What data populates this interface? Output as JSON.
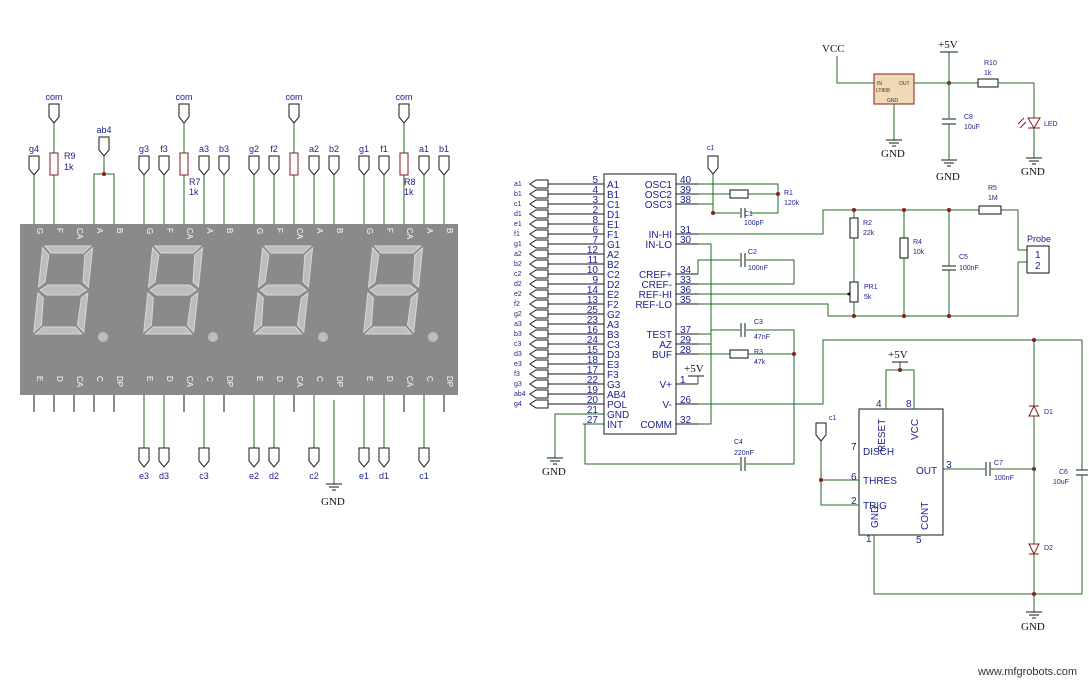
{
  "watermark": "www.mfgrobots.com",
  "rails": {
    "vcc": "VCC",
    "plus5v": "+5V",
    "gnd": "GND"
  },
  "display": {
    "top_pins": [
      "G",
      "F",
      "CA",
      "A",
      "B",
      "G",
      "F",
      "CA",
      "A",
      "B",
      "G",
      "F",
      "CA",
      "A",
      "B",
      "G",
      "F",
      "CA",
      "A",
      "B"
    ],
    "bottom_pins": [
      "E",
      "D",
      "CA",
      "C",
      "DP",
      "E",
      "D",
      "CA",
      "C",
      "DP",
      "E",
      "D",
      "CA",
      "C",
      "DP",
      "E",
      "D",
      "CA",
      "C",
      "DP"
    ],
    "top_net_labels": [
      "g4",
      "com",
      "ab4",
      "g3",
      "f3",
      "com",
      "a3",
      "b3",
      "g2",
      "f2",
      "com",
      "a2",
      "b2",
      "g1",
      "f1",
      "com",
      "a1",
      "b1"
    ],
    "bottom_net_labels": [
      "e3",
      "d3",
      "c3",
      "e2",
      "d2",
      "c2",
      "e1",
      "d1",
      "c1"
    ]
  },
  "resistors_left": [
    {
      "ref": "R9",
      "value": "1k"
    },
    {
      "ref": "R7",
      "value": "1k"
    },
    {
      "ref": "R8",
      "value": "1k"
    }
  ],
  "ic": {
    "left_pins": [
      {
        "num": "5",
        "name": "A1"
      },
      {
        "num": "4",
        "name": "B1"
      },
      {
        "num": "3",
        "name": "C1"
      },
      {
        "num": "2",
        "name": "D1"
      },
      {
        "num": "8",
        "name": "E1"
      },
      {
        "num": "6",
        "name": "F1"
      },
      {
        "num": "7",
        "name": "G1"
      },
      {
        "num": "12",
        "name": "A2"
      },
      {
        "num": "11",
        "name": "B2"
      },
      {
        "num": "10",
        "name": "C2"
      },
      {
        "num": "9",
        "name": "D2"
      },
      {
        "num": "14",
        "name": "E2"
      },
      {
        "num": "13",
        "name": "F2"
      },
      {
        "num": "25",
        "name": "G2"
      },
      {
        "num": "23",
        "name": "A3"
      },
      {
        "num": "16",
        "name": "B3"
      },
      {
        "num": "24",
        "name": "C3"
      },
      {
        "num": "15",
        "name": "D3"
      },
      {
        "num": "18",
        "name": "E3"
      },
      {
        "num": "17",
        "name": "F3"
      },
      {
        "num": "22",
        "name": "G3"
      },
      {
        "num": "19",
        "name": "AB4"
      },
      {
        "num": "20",
        "name": "POL"
      },
      {
        "num": "21",
        "name": "GND"
      },
      {
        "num": "27",
        "name": "INT"
      }
    ],
    "right_pins": [
      {
        "num": "40",
        "name": "OSC1"
      },
      {
        "num": "39",
        "name": "OSC2"
      },
      {
        "num": "38",
        "name": "OSC3"
      },
      {
        "num": "31",
        "name": "IN-HI"
      },
      {
        "num": "30",
        "name": "IN-LO"
      },
      {
        "num": "34",
        "name": "CREF+"
      },
      {
        "num": "33",
        "name": "CREF-"
      },
      {
        "num": "36",
        "name": "REF-HI"
      },
      {
        "num": "35",
        "name": "REF-LO"
      },
      {
        "num": "37",
        "name": "TEST"
      },
      {
        "num": "29",
        "name": "AZ"
      },
      {
        "num": "28",
        "name": "BUF"
      },
      {
        "num": "1",
        "name": "V+"
      },
      {
        "num": "26",
        "name": "V-"
      },
      {
        "num": "32",
        "name": "COMM"
      }
    ],
    "input_nets": [
      "a1",
      "b1",
      "c1",
      "d1",
      "e1",
      "f1",
      "g1",
      "a2",
      "b2",
      "c2",
      "d2",
      "e2",
      "f2",
      "g2",
      "a3",
      "b3",
      "c3",
      "d3",
      "e3",
      "f3",
      "g3",
      "ab4",
      "g4"
    ]
  },
  "components": {
    "c1": {
      "ref": "C1",
      "value": "100pF"
    },
    "r1": {
      "ref": "R1",
      "value": "120k"
    },
    "c2": {
      "ref": "C2",
      "value": "100nF"
    },
    "c3": {
      "ref": "C3",
      "value": "47nF"
    },
    "r3": {
      "ref": "R3",
      "value": "47k"
    },
    "c4": {
      "ref": "C4",
      "value": "220nF"
    },
    "r2": {
      "ref": "R2",
      "value": "22k"
    },
    "pr1": {
      "ref": "PR1",
      "value": "5k"
    },
    "r4": {
      "ref": "R4",
      "value": "10k"
    },
    "c5": {
      "ref": "C5",
      "value": "100nF"
    },
    "r5": {
      "ref": "R5",
      "value": "1M"
    },
    "probe": {
      "label": "Probe",
      "pin1": "1",
      "pin2": "2"
    },
    "reg": {
      "name": "LT808",
      "in": "IN",
      "out": "OUT",
      "gnd": "GND"
    },
    "c8": {
      "ref": "C8",
      "value": "10uF"
    },
    "r10": {
      "ref": "R10",
      "value": "1k"
    },
    "led": {
      "label": "LED"
    },
    "c1_net": "c1",
    "t555": {
      "reset": "RESET",
      "vcc": "VCC",
      "disch": "DISCH",
      "thres": "THRES",
      "trig": "TRIG",
      "out": "OUT",
      "gnd": "GND",
      "cont": "CONT",
      "pin_reset": "4",
      "pin_vcc": "8",
      "pin_disch": "7",
      "pin_thres": "6",
      "pin_trig": "2",
      "pin_out": "3",
      "pin_gnd": "1",
      "pin_cont": "5"
    },
    "c7": {
      "ref": "C7",
      "value": "100nF"
    },
    "c6": {
      "ref": "C6",
      "value": "10uF"
    },
    "d1": {
      "ref": "D1"
    },
    "d2": {
      "ref": "D2"
    }
  }
}
